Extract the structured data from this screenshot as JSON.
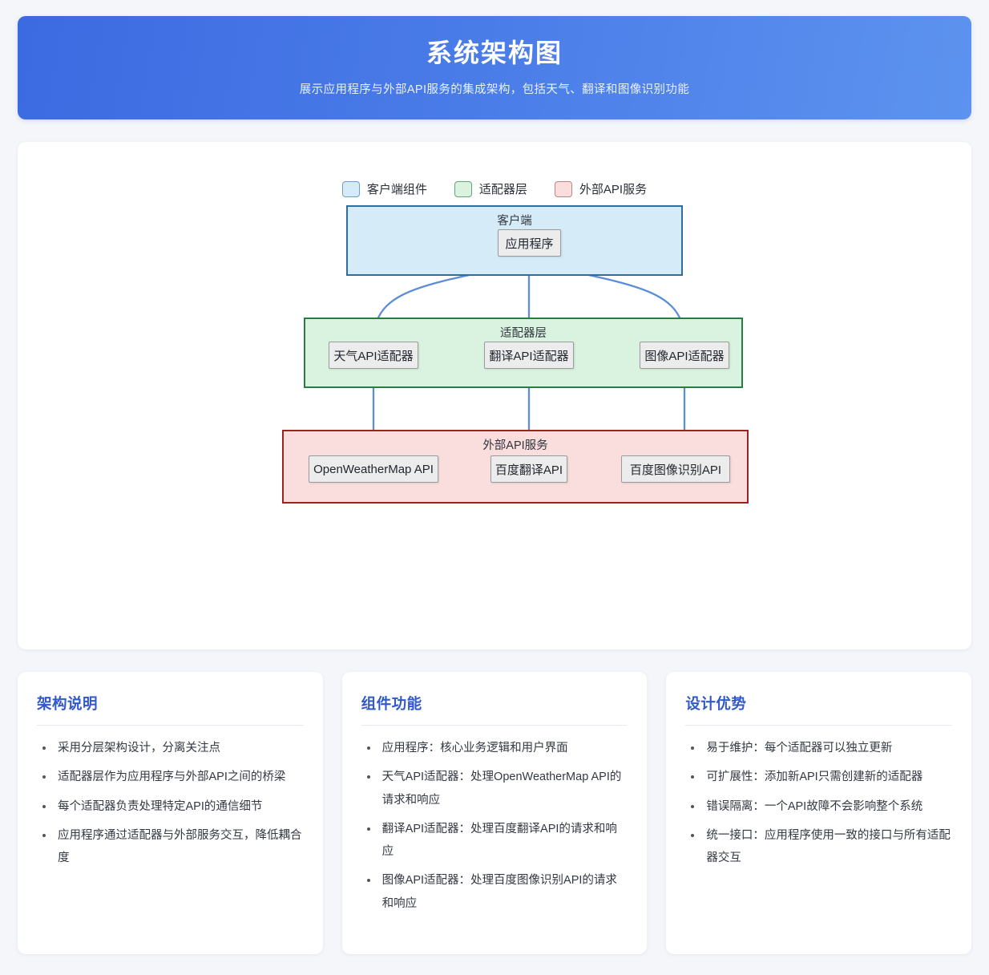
{
  "header": {
    "title": "系统架构图",
    "subtitle": "展示应用程序与外部API服务的集成架构，包括天气、翻译和图像识别功能"
  },
  "legend": {
    "items": [
      {
        "label": "客户端组件",
        "color": "#d6ebf8",
        "border": "#6f9cc0"
      },
      {
        "label": "适配器层",
        "color": "#d9f3e0",
        "border": "#5fa777"
      },
      {
        "label": "外部API服务",
        "color": "#fadddd",
        "border": "#c08585"
      }
    ]
  },
  "diagram": {
    "layers": [
      {
        "id": "client",
        "title": "客户端",
        "fill": "#d6ebf8",
        "border": "#2d6e9e",
        "nodes": [
          {
            "label": "应用程序"
          }
        ]
      },
      {
        "id": "adapter",
        "title": "适配器层",
        "fill": "#d9f3e0",
        "border": "#2a7b40",
        "nodes": [
          {
            "label": "天气API适配器"
          },
          {
            "label": "翻译API适配器"
          },
          {
            "label": "图像API适配器"
          }
        ]
      },
      {
        "id": "api",
        "title": "外部API服务",
        "fill": "#fadddd",
        "border": "#98241f",
        "nodes": [
          {
            "label": "OpenWeatherMap API"
          },
          {
            "label": "百度翻译API"
          },
          {
            "label": "百度图像识别API"
          }
        ]
      }
    ],
    "edge_color": "#5b8ed6"
  },
  "cards": [
    {
      "title": "架构说明",
      "items": [
        "采用分层架构设计，分离关注点",
        "适配器层作为应用程序与外部API之间的桥梁",
        "每个适配器负责处理特定API的通信细节",
        "应用程序通过适配器与外部服务交互，降低耦合度"
      ]
    },
    {
      "title": "组件功能",
      "items": [
        "应用程序：核心业务逻辑和用户界面",
        "天气API适配器：处理OpenWeatherMap API的请求和响应",
        "翻译API适配器：处理百度翻译API的请求和响应",
        "图像API适配器：处理百度图像识别API的请求和响应"
      ]
    },
    {
      "title": "设计优势",
      "items": [
        "易于维护：每个适配器可以独立更新",
        "可扩展性：添加新API只需创建新的适配器",
        "错误隔离：一个API故障不会影响整个系统",
        "统一接口：应用程序使用一致的接口与所有适配器交互"
      ]
    }
  ]
}
